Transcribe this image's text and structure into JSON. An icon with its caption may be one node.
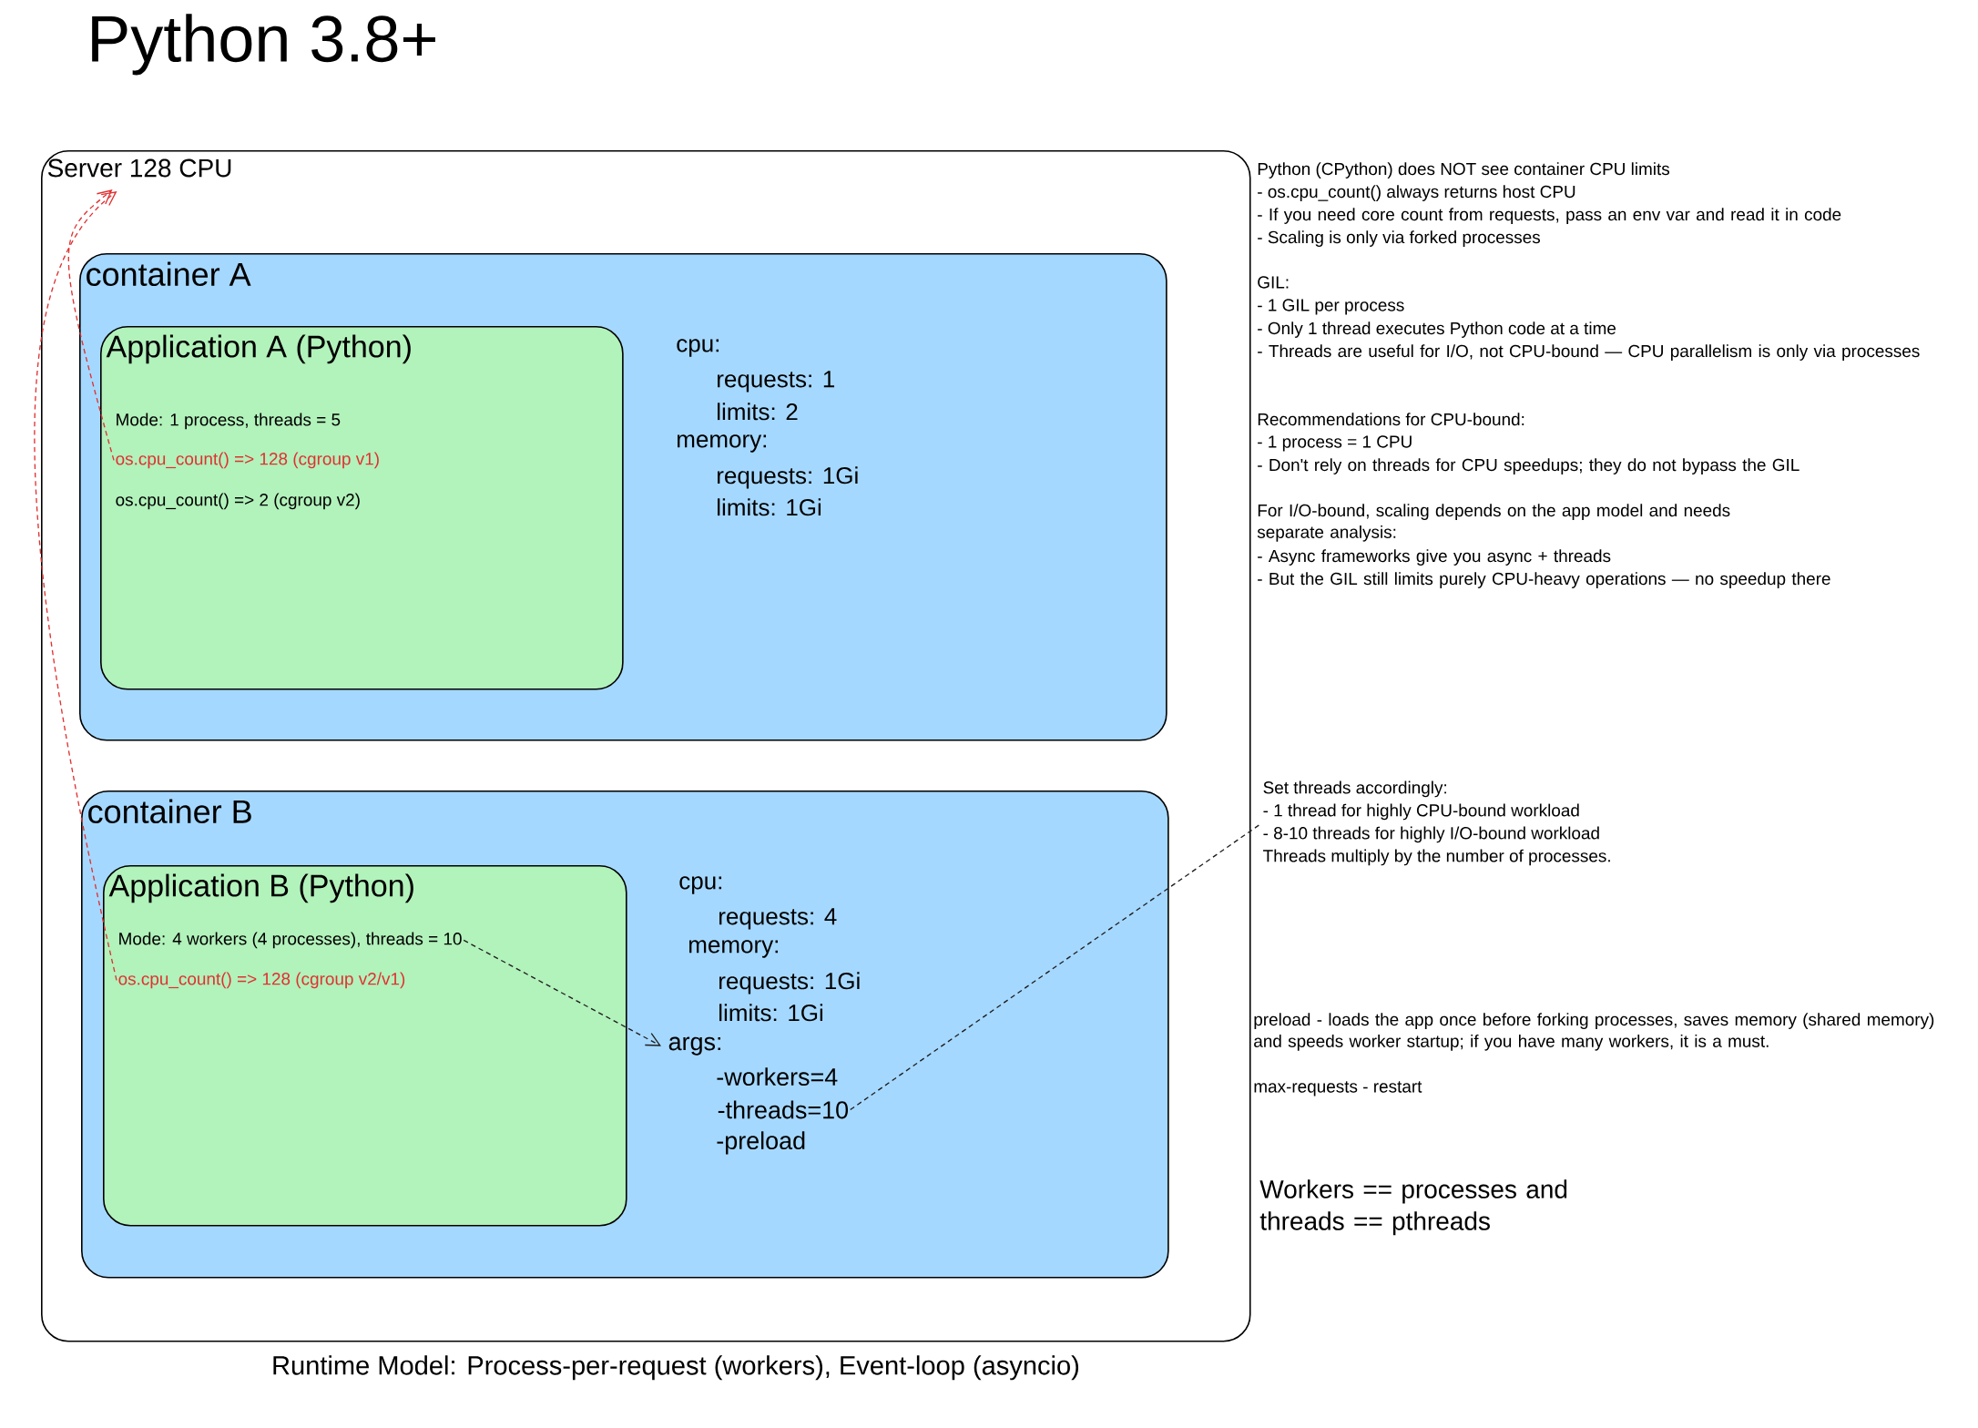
{
  "diagram": {
    "title": "Python 3.8+",
    "caption": "Runtime Model: Process-per-request (workers), Event-loop (asyncio)",
    "nodes": [
      {
        "text": [
          "Server 128 CPU"
        ]
      },
      {
        "text": [
          "container A"
        ],
        "in": 0
      },
      {
        "text": [
          "Application A (Python)",
          "Mode: 1 process, threads = 5",
          "os.cpu_count() => 2 (cgroup v2)"
        ],
        "in": 1
      },
      {
        "text": [
          "os.cpu_count() => 128 (cgroup v1)"
        ],
        "in": 2
      },
      {
        "text": [
          "container B"
        ],
        "in": 0
      },
      {
        "text": [
          "Application B (Python)"
        ],
        "in": 4
      },
      {
        "text": [
          "Mode: 4 workers (4 processes), threads = 10"
        ],
        "in": 5
      },
      {
        "text": [
          "os.cpu_count() => 128 (cgroup v2/v1)"
        ],
        "in": 5
      },
      {
        "text": [
          "args:"
        ],
        "in": 4
      },
      {
        "text": [
          "-threads=10"
        ],
        "in": 4
      },
      {
        "text": [
          "Set threads accordingly:",
          "- 1 thread for highly CPU-bound workload",
          "- 8-10 threads for highly I/O-bound workload",
          "Threads multiply by the number of processes."
        ]
      }
    ],
    "edges": [
      {
        "from": 3,
        "to": 0,
        "arrow": "to",
        "style": "dashed",
        "color": "#e03131"
      },
      {
        "from": 7,
        "to": 0,
        "arrow": "to",
        "style": "dashed",
        "color": "#e03131"
      },
      {
        "from": 6,
        "to": 8,
        "arrow": "to",
        "style": "dashed",
        "color": "#1e1e1e"
      },
      {
        "from": 9,
        "to": 10,
        "arrow": "none",
        "style": "dashed",
        "color": "#1e1e1e"
      }
    ],
    "labels": [
      "cpu:",
      "requests: 1",
      "limits: 2",
      "memory:",
      "requests: 1Gi",
      "limits: 1Gi",
      "cpu:",
      "requests: 4",
      "memory:",
      "requests: 1Gi",
      "limits: 1Gi",
      "-workers=4",
      "-preload",
      "Python (CPython) does NOT see container CPU limits",
      "- os.cpu_count() always returns host CPU",
      "- If you need core count from requests, pass an env var and read it in code",
      "- Scaling is only via forked processes",
      "GIL:",
      "- 1 GIL per process",
      "- Only 1 thread executes Python code at a time",
      "- Threads are useful for I/O, not CPU-bound — CPU parallelism is only via processes",
      "Recommendations for CPU-bound:",
      "- 1 process = 1 CPU",
      "- Don't rely on threads for CPU speedups; they do not bypass the GIL",
      "For I/O-bound, scaling depends on the app model and needs separate analysis:",
      "- Async frameworks give you async + threads",
      "- But the GIL still limits purely CPU-heavy operations — no speedup there",
      "preload - loads the app once before forking processes, saves memory (shared memory) and speeds worker startup; if you have many workers, it is a must.",
      "max-requests - restart",
      "Workers == processes and threads == pthreads"
    ]
  }
}
